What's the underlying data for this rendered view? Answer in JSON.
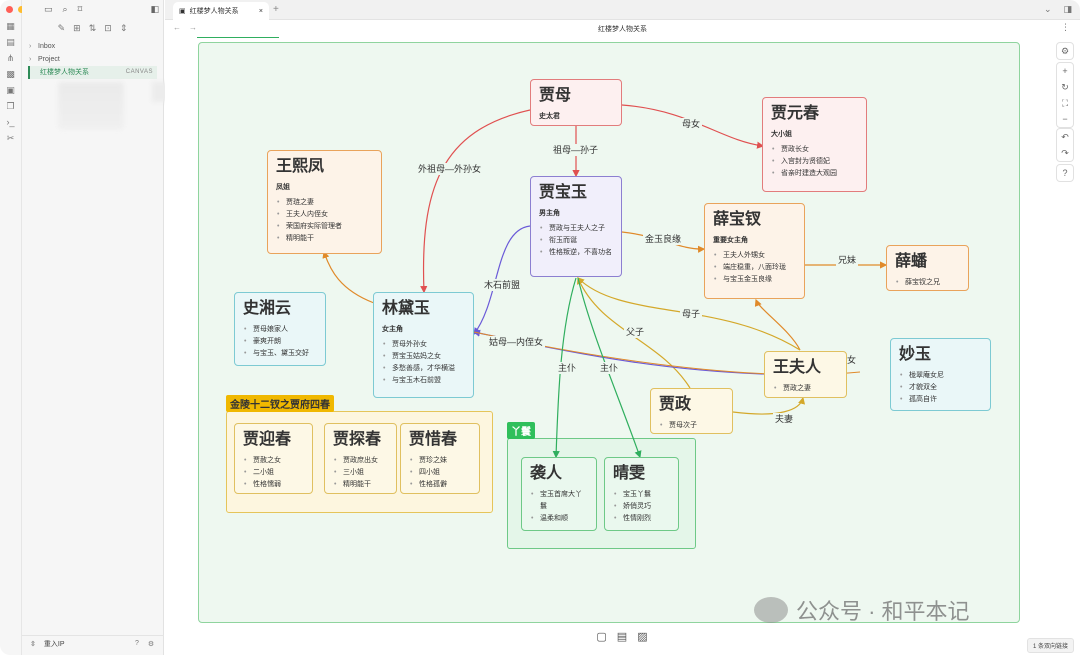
{
  "window": {
    "traffic": [
      "#ff5f57",
      "#febc2e",
      "#28c840"
    ]
  },
  "ribbon": {
    "icons": [
      "layout-grid-icon",
      "file-icon",
      "graph-icon",
      "blocks-icon",
      "calendar-icon",
      "copy-icon",
      "terminal-icon",
      "scissors-icon"
    ]
  },
  "sidebar": {
    "items": [
      {
        "label": "Inbox"
      },
      {
        "label": "Project"
      }
    ],
    "active": {
      "label": "红楼梦人物关系",
      "badge": "CANVAS"
    },
    "vault": "重入IP"
  },
  "tab": {
    "label": "红楼梦人物关系"
  },
  "titlebar": {
    "title": "红楼梦人物关系"
  },
  "canvas": {
    "cards": {
      "jiamu": {
        "title": "贾母",
        "sub": "史太君"
      },
      "yuanchun": {
        "title": "贾元春",
        "sub": "大小姐",
        "items": [
          "贾政长女",
          "入宫封为贤德妃",
          "省亲时建造大观园"
        ]
      },
      "xifeng": {
        "title": "王熙凤",
        "sub": "凤姐",
        "items": [
          "贾琏之妻",
          "王夫人内侄女",
          "荣国府实际管理者",
          "精明能干"
        ]
      },
      "baoyu": {
        "title": "贾宝玉",
        "sub": "男主角",
        "items": [
          "贾政与王夫人之子",
          "衔玉而诞",
          "性格叛逆，不喜功名"
        ]
      },
      "baochai": {
        "title": "薛宝钗",
        "sub": "重要女主角",
        "items": [
          "王夫人外甥女",
          "端庄稳重，八面玲珑",
          "与宝玉金玉良缘"
        ]
      },
      "xuepan": {
        "title": "薛蟠",
        "items": [
          "薛宝钗之兄"
        ]
      },
      "xiangyun": {
        "title": "史湘云",
        "items": [
          "贾母娘家人",
          "豪爽开朗",
          "与宝玉、黛玉交好"
        ]
      },
      "daiyu": {
        "title": "林黛玉",
        "sub": "女主角",
        "items": [
          "贾母外孙女",
          "贾宝玉姑妈之女",
          "多愁善感，才华横溢",
          "与宝玉木石前盟"
        ]
      },
      "wangfuren": {
        "title": "王夫人",
        "items": [
          "贾政之妻"
        ]
      },
      "miaoyu": {
        "title": "妙玉",
        "items": [
          "栊翠庵女尼",
          "才貌双全",
          "孤高自许"
        ]
      },
      "jiazheng": {
        "title": "贾政",
        "items": [
          "贾母次子"
        ]
      },
      "yingchun": {
        "title": "贾迎春",
        "items": [
          "贾赦之女",
          "二小姐",
          "性格懦弱"
        ]
      },
      "tanchun": {
        "title": "贾探春",
        "items": [
          "贾政庶出女",
          "三小姐",
          "精明能干"
        ]
      },
      "xichun": {
        "title": "贾惜春",
        "items": [
          "贾珍之妹",
          "四小姐",
          "性格孤僻"
        ]
      },
      "xiren": {
        "title": "袭人",
        "items": [
          "宝玉首席大丫鬟",
          "温柔和顺"
        ]
      },
      "qingwen": {
        "title": "晴雯",
        "items": [
          "宝玉丫鬟",
          "娇俏灵巧",
          "性情刚烈"
        ]
      }
    },
    "groups": {
      "sisters": "金陵十二钗之贾府四春",
      "maids": "丫鬟"
    },
    "edges": {
      "zumu": "祖母—孙子",
      "munv": "母女",
      "waizumu": "外祖母—外孙女",
      "jinyu": "金玉良缘",
      "xiongmei": "兄妹",
      "mushi": "木石前盟",
      "gumu": "姑母—内侄女",
      "muzi": "母子",
      "fuzi": "父子",
      "fuqi": "夫妻",
      "zhupu1": "主仆",
      "zhupu2": "主仆",
      "nv": "女"
    }
  },
  "status": "1 条双向链接",
  "watermark": "公众号 · 和平本记"
}
